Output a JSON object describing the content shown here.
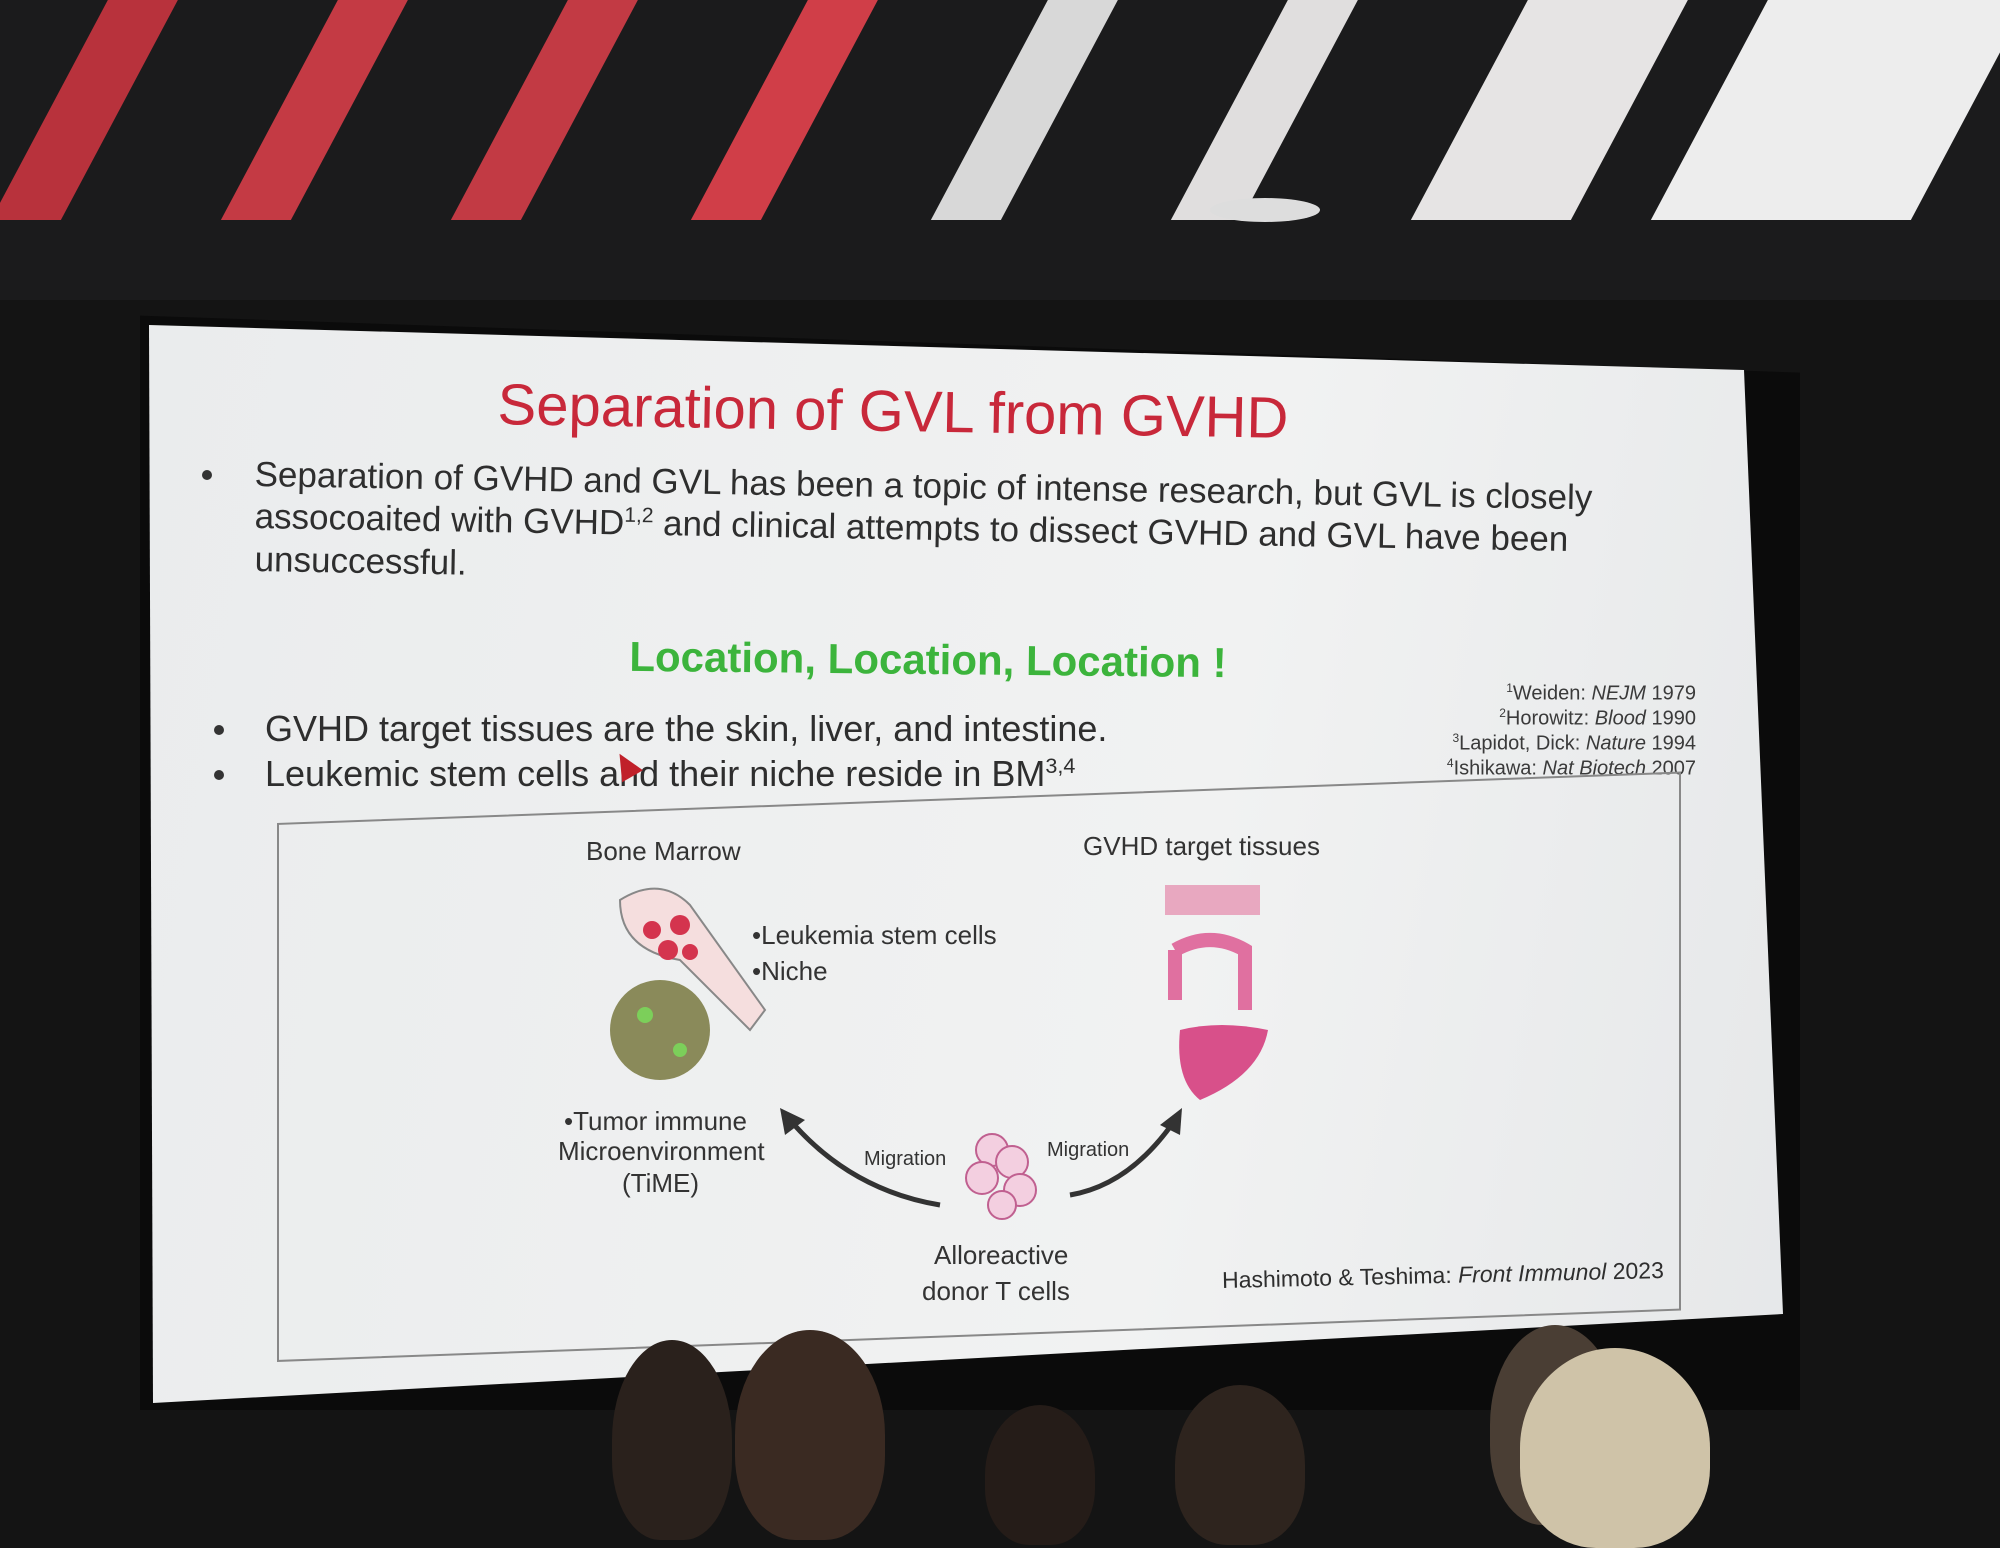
{
  "slide": {
    "title": "Separation of GVL from GVHD",
    "bullet1_line1": "Separation of GVHD and GVL has been a topic of intense research, but GVL is closely",
    "bullet1_line2_pre": "assocoaited with GVHD",
    "bullet1_sup": "1,2",
    "bullet1_line2_post": " and clinical attempts to dissect GVHD and GVL have been",
    "bullet1_line3": "unsuccessful.",
    "heading": "Location, Location, Location !",
    "references": [
      {
        "num": "1",
        "author": "Weiden: ",
        "journal": "NEJM",
        "year": " 1979"
      },
      {
        "num": "2",
        "author": "Horowitz: ",
        "journal": "Blood",
        "year": " 1990"
      },
      {
        "num": "3",
        "author": "Lapidot, Dick: ",
        "journal": "Nature",
        "year": " 1994"
      },
      {
        "num": "4",
        "author": "Ishikawa: ",
        "journal": "Nat Biotech",
        "year": " 2007"
      }
    ],
    "bullet2": "GVHD target tissues are the skin, liver, and intestine.",
    "bullet3": "Leukemic stem cells and their niche reside in BM",
    "bullet3_sup": "3,4",
    "figure": {
      "bone_marrow": "Bone Marrow",
      "gvhd_tissues": "GVHD target tissues",
      "lsc": "•Leukemia stem cells",
      "niche": "•Niche",
      "time1": "•Tumor immune",
      "time2": "Microenvironment",
      "time3": "(TiME)",
      "migration_left": "Migration",
      "migration_right": "Migration",
      "tcells1": "Alloreactive",
      "tcells2": "donor T cells",
      "citation_author": "Hashimoto & Teshima: ",
      "citation_journal": "Front Immunol",
      "citation_year": " 2023"
    }
  },
  "colors": {
    "title": "#c8283a",
    "heading": "#3cb43c"
  }
}
